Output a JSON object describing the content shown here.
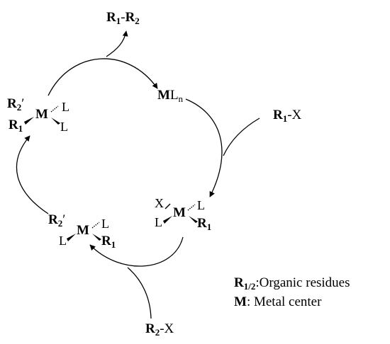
{
  "product": {
    "r1": "R",
    "r1_sub": "1",
    "dash": "-",
    "r2": "R",
    "r2_sub": "2"
  },
  "catalyst": {
    "metal": "M",
    "ligand": "L",
    "ligand_sub": "n"
  },
  "reagent1": {
    "r": "R",
    "sub": "1",
    "rest": "-X"
  },
  "reagent2": {
    "r": "R",
    "sub": "2",
    "rest": "-X"
  },
  "complex_top_left": {
    "r2": "R",
    "r2_sub": "2",
    "r2_prime": "′",
    "metal": "M",
    "l_upper": "L",
    "r1": "R",
    "r1_sub": "1",
    "l_lower": "L"
  },
  "complex_right": {
    "x": "X",
    "metal": "M",
    "l_upper": "L",
    "l_lower": "L",
    "r1": "R",
    "r1_sub": "1"
  },
  "complex_bottom_left": {
    "r2": "R",
    "r2_sub": "2",
    "r2_prime": "′",
    "metal": "M",
    "l_upper": "L",
    "l_lower": "L",
    "r1": "R",
    "r1_sub": "1"
  },
  "legend": {
    "line1_symbol": "R",
    "line1_sub": "1/2",
    "line1_text": ":Organic residues",
    "line2_symbol": "M",
    "line2_text": ": Metal center"
  }
}
